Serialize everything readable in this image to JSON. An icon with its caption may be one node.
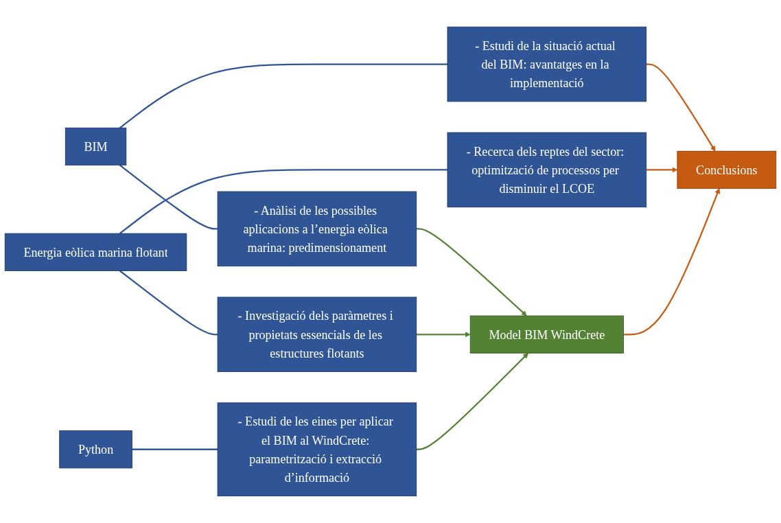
{
  "diagram": {
    "nodes": [
      {
        "text": [
          "BIM"
        ]
      },
      {
        "text": [
          "- Estudi de la situació actual del BIM: avantatges en la implementació"
        ]
      },
      {
        "text": [
          "- Anàlisi de les possibles aplicacions a l’energia eòlica marina: predimensionament"
        ]
      },
      {
        "text": [
          "Energia eòlica marina flotant"
        ]
      },
      {
        "text": [
          "- Recerca dels reptes del sector: optimització de processos per disminuir el LCOE"
        ]
      },
      {
        "text": [
          "- Investigació dels paràmetres i propietats essencials de les estructures flotants"
        ]
      },
      {
        "text": [
          "Model BIM WindCrete"
        ]
      },
      {
        "text": [
          "Conclusions"
        ]
      },
      {
        "text": [
          "Python"
        ]
      },
      {
        "text": [
          "- Estudi de les eines per aplicar el BIM al WindCrete: parametrització i extracció d’informació"
        ]
      }
    ],
    "edges": [
      {
        "from": 0,
        "to": 1,
        "arrow": "none"
      },
      {
        "from": 0,
        "to": 2,
        "arrow": "none"
      },
      {
        "from": 3,
        "to": 4,
        "arrow": "none"
      },
      {
        "from": 3,
        "to": 5,
        "arrow": "none"
      },
      {
        "from": 8,
        "to": 9,
        "arrow": "none"
      },
      {
        "from": 1,
        "to": 7,
        "arrow": "to",
        "color": "#c55a11"
      },
      {
        "from": 2,
        "to": 6,
        "arrow": "to",
        "color": "#548235"
      },
      {
        "from": 4,
        "to": 7,
        "arrow": "to",
        "color": "#c55a11"
      },
      {
        "from": 5,
        "to": 6,
        "arrow": "to",
        "color": "#548235"
      },
      {
        "from": 9,
        "to": 6,
        "arrow": "to",
        "color": "#548235"
      },
      {
        "from": 6,
        "to": 7,
        "arrow": "to",
        "color": "#c55a11"
      }
    ]
  }
}
